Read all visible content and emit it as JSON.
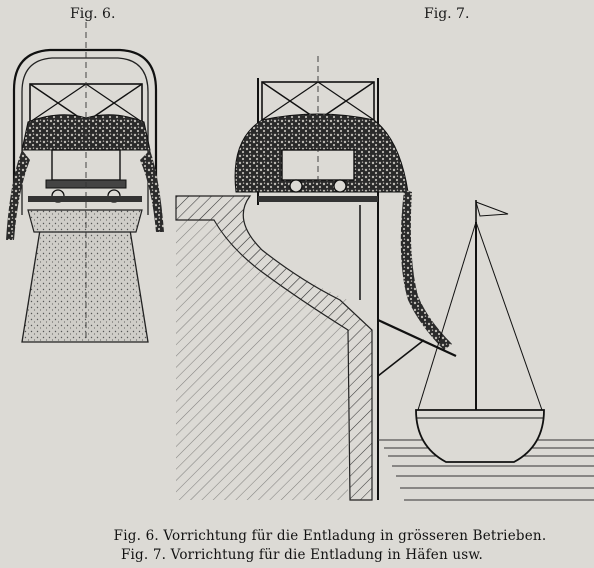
{
  "figures": {
    "fig6_label": "Fig. 6.",
    "fig7_label": "Fig. 7."
  },
  "captions": {
    "line1": "Fig. 6.  Vorrichtung für die Entladung in grösseren Betrieben.",
    "line2": "Fig. 7.  Vorrichtung für die Entladung in Häfen usw."
  }
}
